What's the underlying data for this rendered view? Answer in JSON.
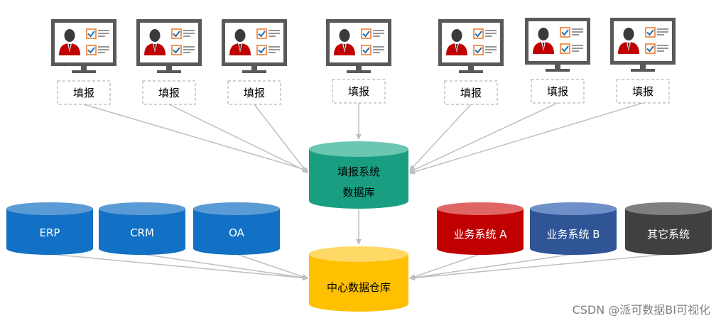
{
  "terminals": [
    {
      "label": "填报"
    },
    {
      "label": "填报"
    },
    {
      "label": "填报"
    },
    {
      "label": "填报"
    },
    {
      "label": "填报"
    },
    {
      "label": "填报"
    },
    {
      "label": "填报"
    }
  ],
  "fill_db": {
    "line1": "填报系统",
    "line2": "数据库",
    "color": "#1a9e82",
    "top_color": "#6cc7b0"
  },
  "center_db": {
    "label": "中心数据仓库",
    "color": "#ffc000",
    "top_color": "#ffd966"
  },
  "left_systems": [
    {
      "label": "ERP",
      "color": "#1271c4",
      "top_color": "#5b9bd5"
    },
    {
      "label": "CRM",
      "color": "#1271c4",
      "top_color": "#5b9bd5"
    },
    {
      "label": "OA",
      "color": "#1271c4",
      "top_color": "#5b9bd5"
    }
  ],
  "right_systems": [
    {
      "label": "业务系统 A",
      "color": "#c00000",
      "top_color": "#e06666"
    },
    {
      "label": "业务系统 B",
      "color": "#2f5597",
      "top_color": "#6f8fc9"
    },
    {
      "label": "其它系统",
      "color": "#404040",
      "top_color": "#808080"
    }
  ],
  "colors": {
    "arrow": "#bfbfbf",
    "monitor": "#595959",
    "person_suit": "#c00000",
    "checkbox": "#ed7d31"
  },
  "watermark": "CSDN @派可数据BI可视化"
}
